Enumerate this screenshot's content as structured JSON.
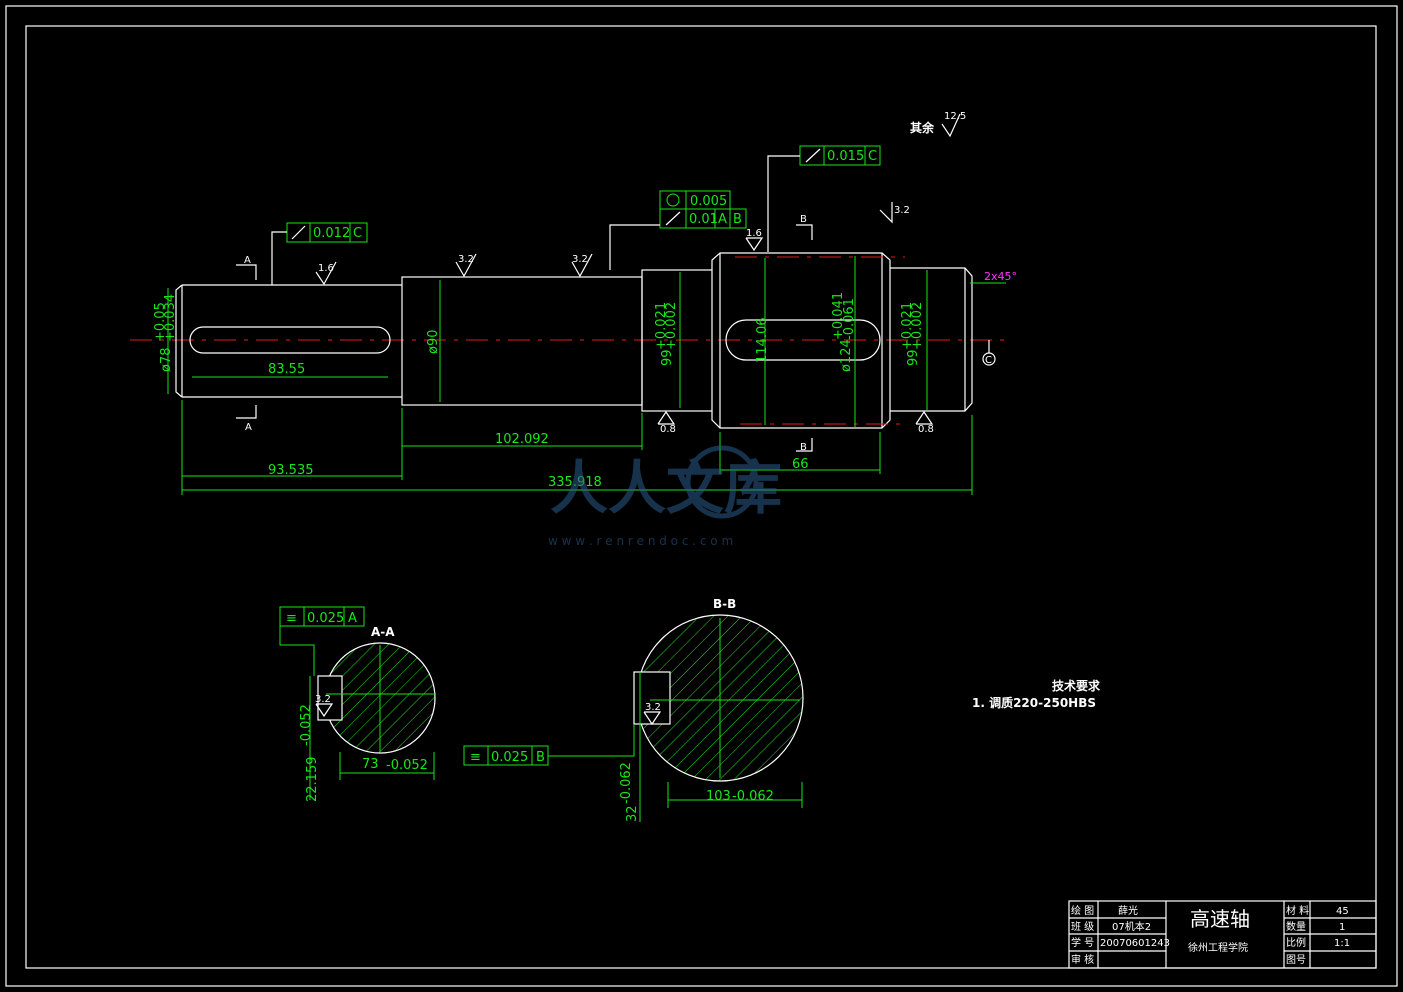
{
  "dims": {
    "d78": "ø78",
    "d78_tol_upper": "+0.05",
    "d78_tol_lower": "+0.034",
    "key1_len": "83.55",
    "d90": "ø90",
    "len_102": "102.092",
    "len_93": "93.535",
    "total": "335.918",
    "d99a": "99",
    "d99_tol_upper": "+0.021",
    "d99_tol_lower": "+0.002",
    "d114": "114.06",
    "d124": "ø124",
    "d124_tol_upper": "+0.041",
    "d124_tol_lower": "-0.061",
    "d99b": "99",
    "len_66": "66",
    "chamfer": "2x45°"
  },
  "tolerances": {
    "runout_a": "0.012",
    "runout_a_ref": "C",
    "round": "0.005",
    "runout_b": "0.01",
    "runout_b_ref1": "A",
    "runout_b_ref2": "B",
    "runout_c": "0.015",
    "runout_c_ref": "C",
    "sym_a": "0.025",
    "sym_a_ref": "A",
    "sym_b": "0.025",
    "sym_b_ref": "B"
  },
  "roughness": {
    "r1": "1.6",
    "r2": "3.2",
    "r3": "3.2",
    "r4": "3.2",
    "r5": "1.6",
    "r6": "0.8",
    "r7": "0.8",
    "r8": "3.2",
    "rest_label": "其余",
    "rest_value": "12.5",
    "sa": "3.2",
    "sb": "3.2"
  },
  "sections": {
    "a_label": "A",
    "b_label": "B",
    "c_label": "C",
    "aa_title": "A-A",
    "aa_depth": "22.159",
    "aa_depth_tol": "-0.052",
    "aa_width": "73",
    "aa_width_tol": "-0.052",
    "bb_title": "B-B",
    "bb_depth": "32",
    "bb_depth_tol": "-0.062",
    "bb_width": "103",
    "bb_width_tol": "-0.062"
  },
  "tech": {
    "title": "技术要求",
    "item1": "1. 调质220-250HBS"
  },
  "title_block": {
    "r1c1": "绘 图",
    "r1c2": "薛光",
    "r2c1": "班 级",
    "r2c2": "07机本2",
    "r3c1": "学 号",
    "r3c2": "20070601243",
    "r4c1": "审 核",
    "r4c2": "",
    "part_name": "高速轴",
    "school": "徐州工程学院",
    "m1": "材 料",
    "v1": "45",
    "m2": "数量",
    "v2": "1",
    "m3": "比例",
    "v3": "1:1",
    "m4": "图号",
    "v4": ""
  },
  "watermark": {
    "logo_text": "人人文库",
    "url": "w w w . r e n r e n d o c . c o m"
  },
  "colors": {
    "outline": "#ffffff",
    "dimension": "#19e619",
    "center": "#e61919",
    "chamfer": "#ff33ff"
  }
}
